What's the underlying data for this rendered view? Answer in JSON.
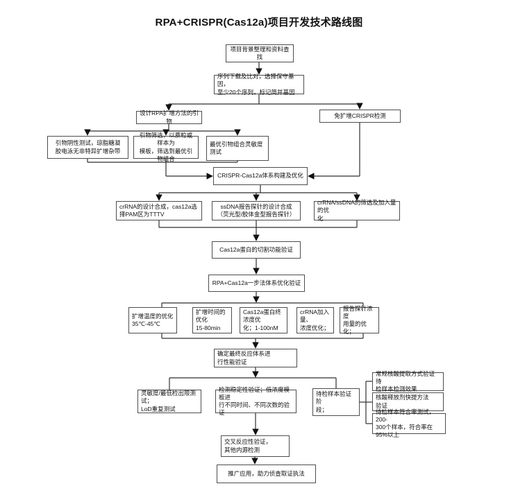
{
  "title": "RPA+CRISPR(Cas12a)项目开发技术路线图",
  "colors": {
    "box_border": "#4d4d4d",
    "line": "#2f2f2f",
    "text": "#111111",
    "background": "#ffffff"
  },
  "nodes": {
    "background": "项目背景整理和资料查找",
    "sequence": "序列下载及比对，选择保守基因，\n至少20个序列，标记简并基因",
    "design_primers": "设计RPA扩增方法的引物",
    "amp_free": "免扩增CRISPR检测",
    "primer_negative": "引物阴性测试，琼脂糖凝\n胶电泳无非特异扩增杂带",
    "primer_screen": "引物筛选，以质粒或样本为\n模板，筛选到最优引物组合",
    "primer_sensitivity": "最优引物组合灵敏度\n测试",
    "crispr_system": "CRISPR-Cas12a体系构建及优化",
    "crrna_design": "crRNA的设计合成，cas12a选\n择PAM区为TTTV",
    "ssdna_probe": "ssDNA报告探针的设计合成\n（荧光型/胶体金型报告探针）",
    "screening_amount": "crRNA/ssDNA的筛选及加入量的优\n化",
    "cleavage": "Cas12a蛋白的切割功能验证",
    "one_step": "RPA+Cas12a一步法体系优化验证",
    "temp_opt": "扩增温度的优化\n35℃-45℃",
    "time_opt": "扩增时间的优化\n15-80min",
    "protein_conc": "Cas12a蛋白终浓度优\n化；1-100nM",
    "crrna_amount": "crRNA加入量、\n浓度优化；",
    "probe_amount": "报告探针浓度\n用量的优化；",
    "final_system": "确定最终反应体系进\n行性能验证",
    "sensitivity": "灵敏度/最低检出限测试；\nLoD重复测试",
    "stability": "检测稳定性验证；低浓度模板进\n行不同时间、不同次数的验证",
    "samples": "待检样本验证阶\n段；",
    "extraction": "常规核酸提取方式验证待\n检样本检测效果",
    "release": "核酸释放剂快提方法\n验证",
    "coincidence": "待检样本符合率测试，200-\n300个样本，符合率在95%以上",
    "cross_reaction": "交叉反应性验证，\n其他内源检测",
    "promotion": "推广应用，助力侦查取证执法"
  }
}
